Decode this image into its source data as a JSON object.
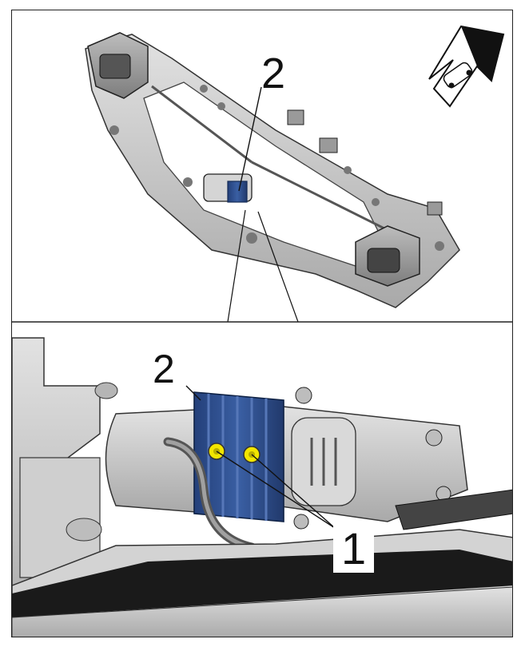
{
  "diagram": {
    "top_panel": {
      "callout_label": "2",
      "direction_arrow_icon": "vehicle-forward-arrow-icon"
    },
    "bottom_panel": {
      "callout_labels": {
        "motor_unit": "2",
        "bolts": "1"
      },
      "colors": {
        "highlight_blue": "#2f4f8a",
        "bolt_yellow": "#f2e600",
        "metal_gray": "#c8c8c8"
      }
    }
  }
}
